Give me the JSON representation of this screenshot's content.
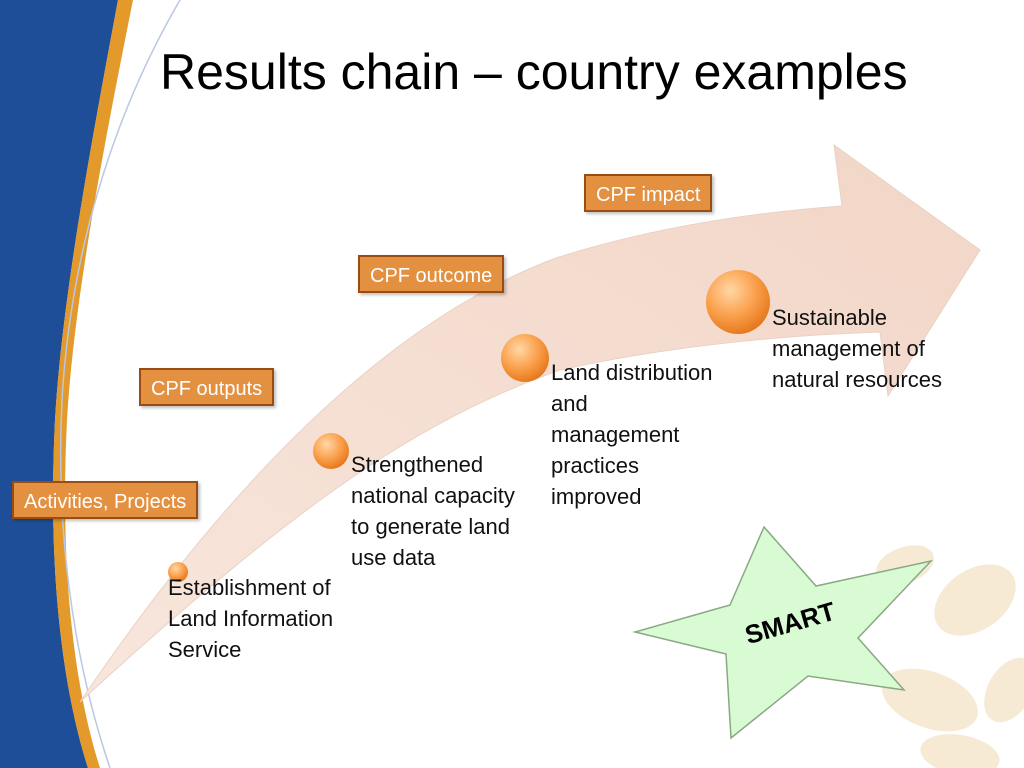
{
  "slide": {
    "title": "Results chain – country examples"
  },
  "tags": {
    "activities": "Activities, Projects",
    "outputs": "CPF outputs",
    "outcome": "CPF outcome",
    "impact": "CPF impact"
  },
  "steps": {
    "step1": "Establishment of Land Information Service",
    "step2": "Strengthened national capacity to generate land use data",
    "step3": "Land distribution and management practices improved",
    "step4": "Sustainable management of natural resources"
  },
  "badge": {
    "label": "SMART"
  },
  "colors": {
    "blue_band": "#1f4e99",
    "gold_band": "#e39a2a",
    "arrow_fill": "#f4ddd0",
    "tag_fill": "#e39040",
    "tag_border": "#9a4d12",
    "node_orange": "#f7962e",
    "star_fill": "#d9fbd3",
    "leaf_tint": "#f6ead5"
  }
}
